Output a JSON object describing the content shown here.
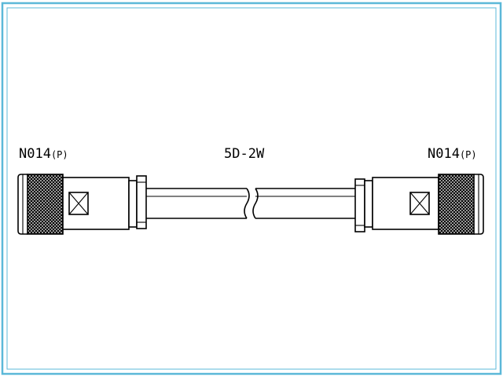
{
  "diagram": {
    "border_color": "#5bb8d8",
    "left_connector": {
      "part": "N014",
      "gender": "(P)"
    },
    "right_connector": {
      "part": "N014",
      "gender": "(P)"
    },
    "cable_label": "5D-2W"
  }
}
